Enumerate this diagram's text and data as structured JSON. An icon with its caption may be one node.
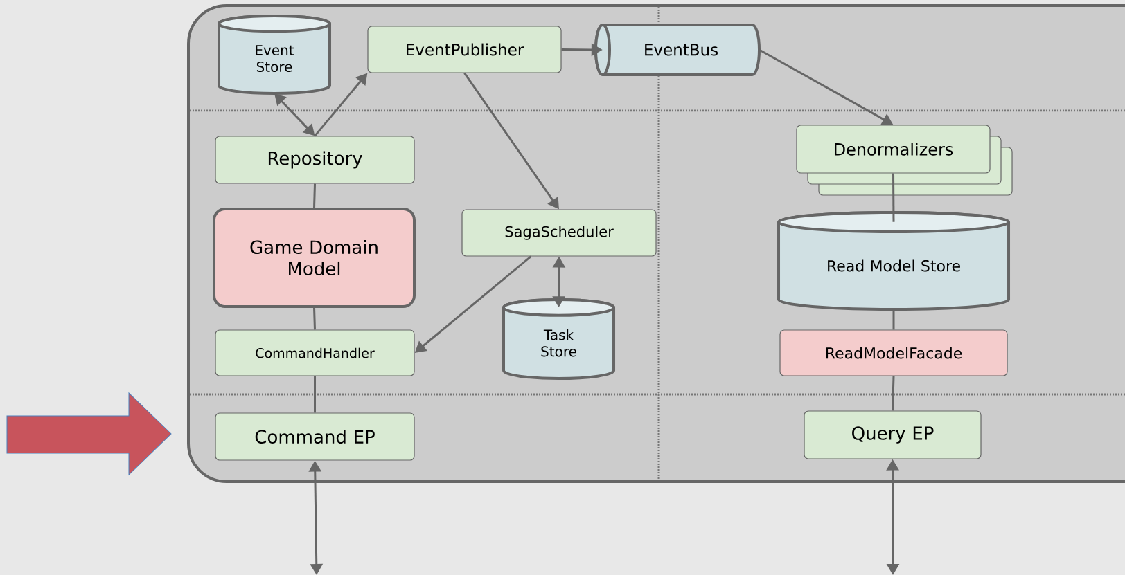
{
  "diagram": {
    "nodes": [
      {
        "text": [
          "Event Store"
        ]
      },
      {
        "text": [
          "EventPublisher"
        ]
      },
      {
        "text": [
          "EventBus"
        ]
      },
      {
        "text": [
          "Repository"
        ]
      },
      {
        "text": [
          "Game Domain Model"
        ]
      },
      {
        "text": [
          "SagaScheduler"
        ]
      },
      {
        "text": [
          "CommandHandler"
        ]
      },
      {
        "text": [
          "Task Store"
        ]
      },
      {
        "text": [
          "Denormalizers"
        ]
      },
      {
        "text": [
          "Read Model Store"
        ]
      },
      {
        "text": [
          "ReadModelFacade"
        ]
      },
      {
        "text": [
          "Command EP"
        ]
      },
      {
        "text": [
          "Query EP"
        ]
      }
    ],
    "edges": [
      {
        "from": 0,
        "to": 3,
        "arrow": "both"
      },
      {
        "from": 3,
        "to": 1,
        "arrow": "to"
      },
      {
        "from": 1,
        "to": 2,
        "arrow": "to"
      },
      {
        "from": 2,
        "to": 8,
        "arrow": "to"
      },
      {
        "from": 1,
        "to": 5,
        "arrow": "to"
      },
      {
        "from": 5,
        "to": 6,
        "arrow": "to"
      },
      {
        "from": 5,
        "to": 7,
        "arrow": "both"
      },
      {
        "from": 3,
        "to": 4,
        "arrow": "none"
      },
      {
        "from": 4,
        "to": 6,
        "arrow": "none"
      },
      {
        "from": 6,
        "to": 11,
        "arrow": "none"
      },
      {
        "from": 8,
        "to": 9,
        "arrow": "none"
      },
      {
        "from": 9,
        "to": 10,
        "arrow": "none"
      },
      {
        "from": 10,
        "to": 12,
        "arrow": "none"
      },
      {
        "from": 11,
        "to": null,
        "arrow": "both"
      },
      {
        "from": 12,
        "to": null,
        "arrow": "both"
      }
    ]
  }
}
